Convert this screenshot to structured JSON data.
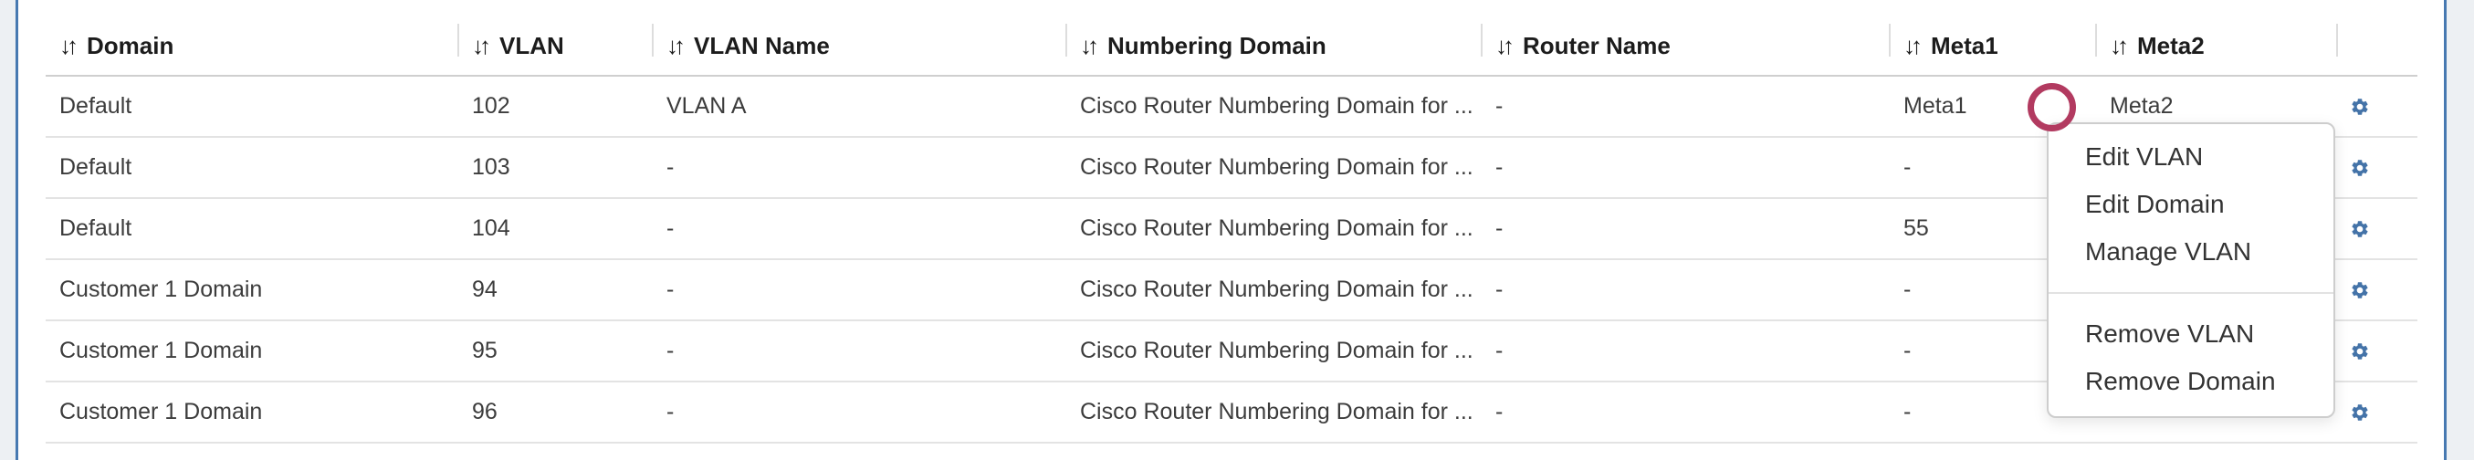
{
  "table": {
    "sort_icon": "↓↑",
    "columns": {
      "domain": "Domain",
      "vlan": "VLAN",
      "vlan_name": "VLAN Name",
      "numbering_domain": "Numbering Domain",
      "router_name": "Router Name",
      "meta1": "Meta1",
      "meta2": "Meta2"
    },
    "rows": [
      {
        "domain": "Default",
        "vlan": "102",
        "vlan_name": "VLAN A",
        "numbering_domain": "Cisco Router Numbering Domain for ...",
        "router_name": "-",
        "meta1": "Meta1",
        "meta2": "Meta2"
      },
      {
        "domain": "Default",
        "vlan": "103",
        "vlan_name": "-",
        "numbering_domain": "Cisco Router Numbering Domain for ...",
        "router_name": "-",
        "meta1": "-",
        "meta2": ""
      },
      {
        "domain": "Default",
        "vlan": "104",
        "vlan_name": "-",
        "numbering_domain": "Cisco Router Numbering Domain for ...",
        "router_name": "-",
        "meta1": "55",
        "meta2": ""
      },
      {
        "domain": "Customer 1 Domain",
        "vlan": "94",
        "vlan_name": "-",
        "numbering_domain": "Cisco Router Numbering Domain for ...",
        "router_name": "-",
        "meta1": "-",
        "meta2": ""
      },
      {
        "domain": "Customer 1 Domain",
        "vlan": "95",
        "vlan_name": "-",
        "numbering_domain": "Cisco Router Numbering Domain for ...",
        "router_name": "-",
        "meta1": "-",
        "meta2": ""
      },
      {
        "domain": "Customer 1 Domain",
        "vlan": "96",
        "vlan_name": "-",
        "numbering_domain": "Cisco Router Numbering Domain for ...",
        "router_name": "-",
        "meta1": "-",
        "meta2": "-"
      }
    ]
  },
  "context_menu": {
    "group1": [
      "Edit VLAN",
      "Edit Domain",
      "Manage VLAN"
    ],
    "group2": [
      "Remove VLAN",
      "Remove Domain"
    ]
  },
  "colors": {
    "panel_border": "#4779b1",
    "gear_icon": "#4473a8",
    "annotation_circle": "#b23a60",
    "row_separator": "#e3e3e3"
  }
}
